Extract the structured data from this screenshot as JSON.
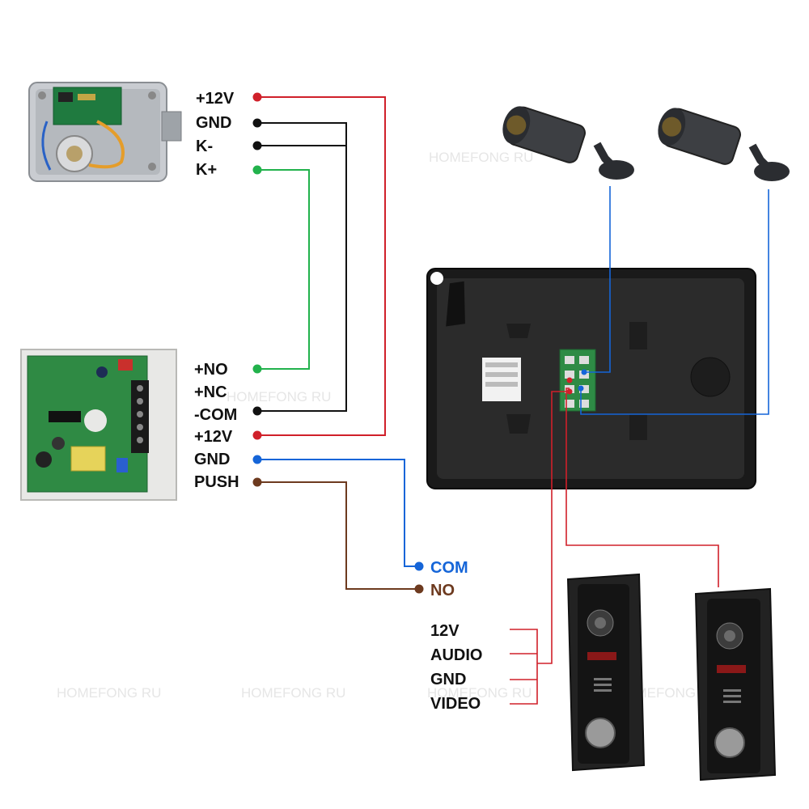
{
  "watermark": "HOMEFONG RU",
  "lock_terminals": {
    "v12": "+12V",
    "gnd": "GND",
    "k_minus": "K-",
    "k_plus": "K+"
  },
  "power_supply_terminals": {
    "no": "+NO",
    "nc": "+NC",
    "com": "-COM",
    "v12": "+12V",
    "gnd": "GND",
    "push": "PUSH"
  },
  "exit_button_terminals": {
    "com": "COM",
    "no": "NO"
  },
  "doorbell_wires": {
    "v12": "12V",
    "audio": "AUDIO",
    "gnd": "GND",
    "video": "VIDEO"
  },
  "colors": {
    "red": "#d0202a",
    "black": "#111111",
    "green": "#22b24c",
    "blue": "#1565d8",
    "brown": "#6d3a1f"
  }
}
